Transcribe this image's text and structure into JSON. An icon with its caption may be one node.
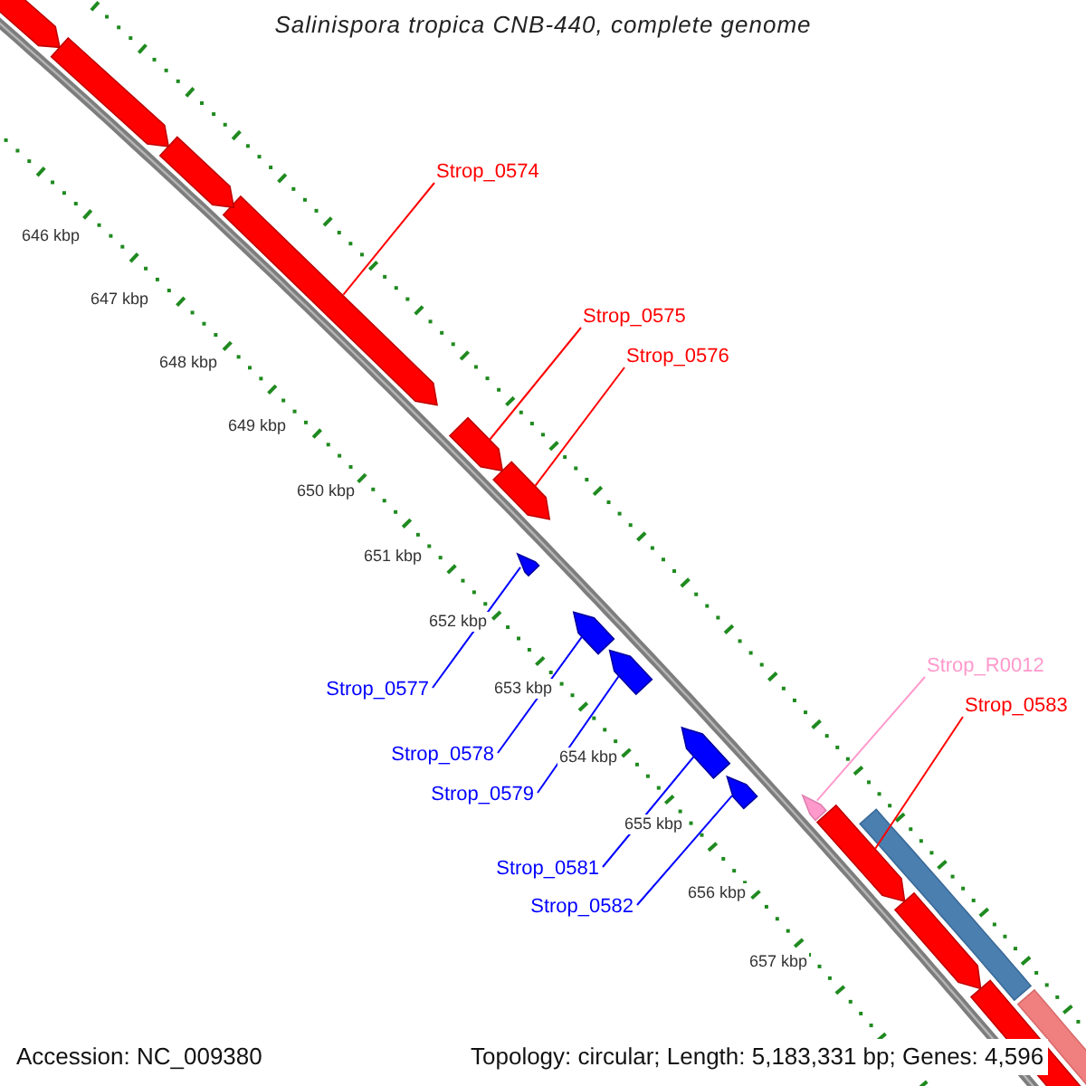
{
  "diagram": {
    "title": "Salinispora tropica CNB-440, complete genome",
    "nodes": [
      {
        "text": [
          "Strop_0574"
        ]
      },
      {
        "text": [
          "Strop_0575"
        ]
      },
      {
        "text": [
          "Strop_0576"
        ]
      },
      {
        "text": [
          "Strop_R0012"
        ]
      },
      {
        "text": [
          "Strop_0577"
        ]
      },
      {
        "text": [
          "Strop_0583"
        ]
      },
      {
        "text": [
          "Strop_0578"
        ]
      },
      {
        "text": [
          "Strop_0579"
        ]
      },
      {
        "text": [
          "Strop_0581"
        ]
      },
      {
        "text": [
          "Strop_0582"
        ]
      },
      {
        "text": [],
        "shape": "bar"
      },
      {
        "text": [],
        "shape": "bar"
      },
      {
        "text": [],
        "shape": "bar"
      },
      {
        "text": [],
        "shape": "bar"
      },
      {
        "text": [],
        "shape": "bar"
      },
      {
        "text": [],
        "shape": "bar"
      },
      {
        "text": [],
        "shape": "bar"
      },
      {
        "text": [],
        "shape": "bar"
      },
      {
        "text": [],
        "shape": "bar"
      },
      {
        "text": [],
        "shape": "bar"
      },
      {
        "text": [],
        "shape": "bar"
      },
      {
        "text": [],
        "shape": "bar"
      },
      {
        "text": [],
        "shape": "bar"
      },
      {
        "text": [],
        "shape": "bar"
      },
      {
        "text": [],
        "shape": "bar"
      },
      {
        "text": [],
        "shape": "bar"
      },
      {
        "text": [],
        "shape": "bar"
      }
    ],
    "edges": [
      {
        "from": 0,
        "to": 10,
        "arrow": "none",
        "color": "#ff0000"
      },
      {
        "from": 1,
        "to": 11,
        "arrow": "none",
        "color": "#ff0000"
      },
      {
        "from": 2,
        "to": 12,
        "arrow": "none",
        "color": "#ff0000"
      },
      {
        "from": 3,
        "to": 13,
        "arrow": "none",
        "color": "#ff99cc"
      },
      {
        "from": 4,
        "to": 14,
        "arrow": "none"
      },
      {
        "from": 5,
        "to": 15,
        "arrow": "none",
        "color": "#ff0000"
      },
      {
        "from": 6,
        "to": 16,
        "arrow": "none"
      },
      {
        "from": 7,
        "to": 17,
        "arrow": "none"
      },
      {
        "from": 8,
        "to": 18,
        "arrow": "none"
      },
      {
        "from": 9,
        "to": 19,
        "arrow": "none"
      }
    ],
    "labels": [
      "646 kbp",
      "647 kbp",
      "648 kbp",
      "649 kbp",
      "650 kbp",
      "651 kbp",
      "652 kbp",
      "653 kbp",
      "654 kbp",
      "655 kbp",
      "656 kbp",
      "657 kbp",
      "Accession: NC_009380",
      "Topology: circular; Length: 5,183,331 bp; Genes: 4,596"
    ]
  }
}
